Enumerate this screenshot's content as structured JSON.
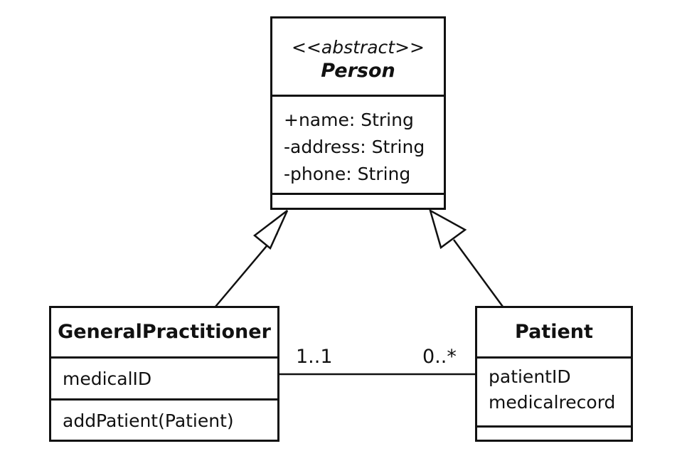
{
  "person": {
    "stereotype": "<<abstract>>",
    "name": "Person",
    "attributes": [
      "+name: String",
      "-address: String",
      "-phone: String"
    ]
  },
  "general_practitioner": {
    "name": "GeneralPractitioner",
    "attributes": [
      "medicalID"
    ],
    "operations": [
      "addPatient(Patient)"
    ]
  },
  "patient": {
    "name": "Patient",
    "attributes": [
      "patientID",
      "medicalrecord"
    ]
  },
  "association": {
    "gp_multiplicity": "1..1",
    "patient_multiplicity": "0..*"
  }
}
